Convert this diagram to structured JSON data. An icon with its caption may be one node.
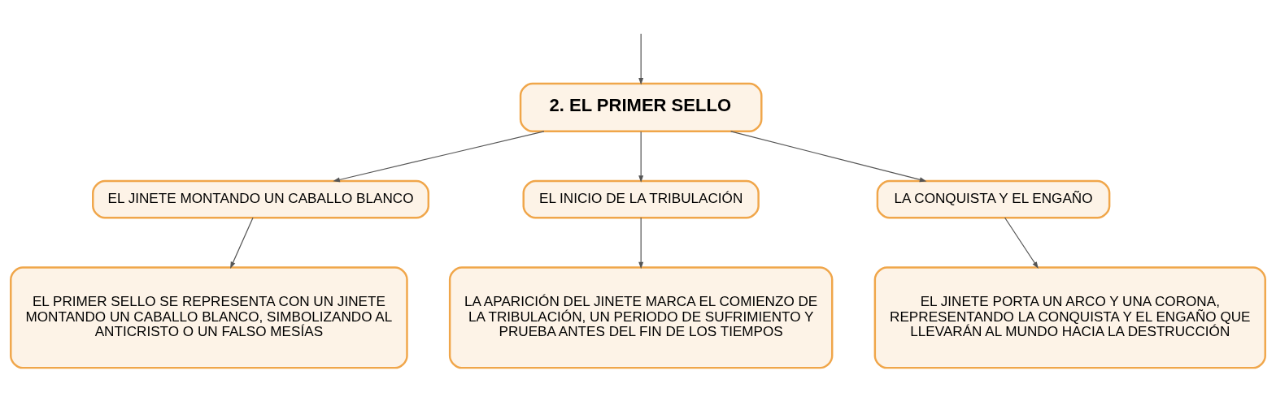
{
  "diagram": {
    "nodes": [
      {
        "text": [
          "2. EL PRIMER SELLO"
        ]
      },
      {
        "text": [
          "EL JINETE MONTANDO UN CABALLO BLANCO"
        ]
      },
      {
        "text": [
          "EL INICIO DE LA TRIBULACIÓN"
        ]
      },
      {
        "text": [
          "LA CONQUISTA Y EL ENGAÑO"
        ]
      },
      {
        "text": [
          "EL PRIMER SELLO SE REPRESENTA CON UN JINETE MONTANDO UN CABALLO BLANCO, SIMBOLIZANDO AL ANTICRISTO O UN FALSO MESÍAS"
        ]
      },
      {
        "text": [
          "LA APARICIÓN DEL JINETE MARCA EL COMIENZO DE LA TRIBULACIÓN, UN PERIODO DE SUFRIMIENTO Y PRUEBA ANTES DEL FIN DE LOS TIEMPOS"
        ]
      },
      {
        "text": [
          "EL JINETE PORTA UN ARCO Y UNA CORONA, REPRESENTANDO LA CONQUISTA Y EL ENGAÑO QUE LLEVARÁN AL MUNDO HACIA LA DESTRUCCIÓN"
        ]
      }
    ],
    "edges": [
      {
        "from": null,
        "to": 0,
        "arrow": "to"
      },
      {
        "from": 0,
        "to": 1,
        "arrow": "to"
      },
      {
        "from": 0,
        "to": 2,
        "arrow": "to"
      },
      {
        "from": 0,
        "to": 3,
        "arrow": "to"
      },
      {
        "from": 1,
        "to": 4,
        "arrow": "to"
      },
      {
        "from": 2,
        "to": 5,
        "arrow": "to"
      },
      {
        "from": 3,
        "to": 6,
        "arrow": "to"
      }
    ]
  }
}
